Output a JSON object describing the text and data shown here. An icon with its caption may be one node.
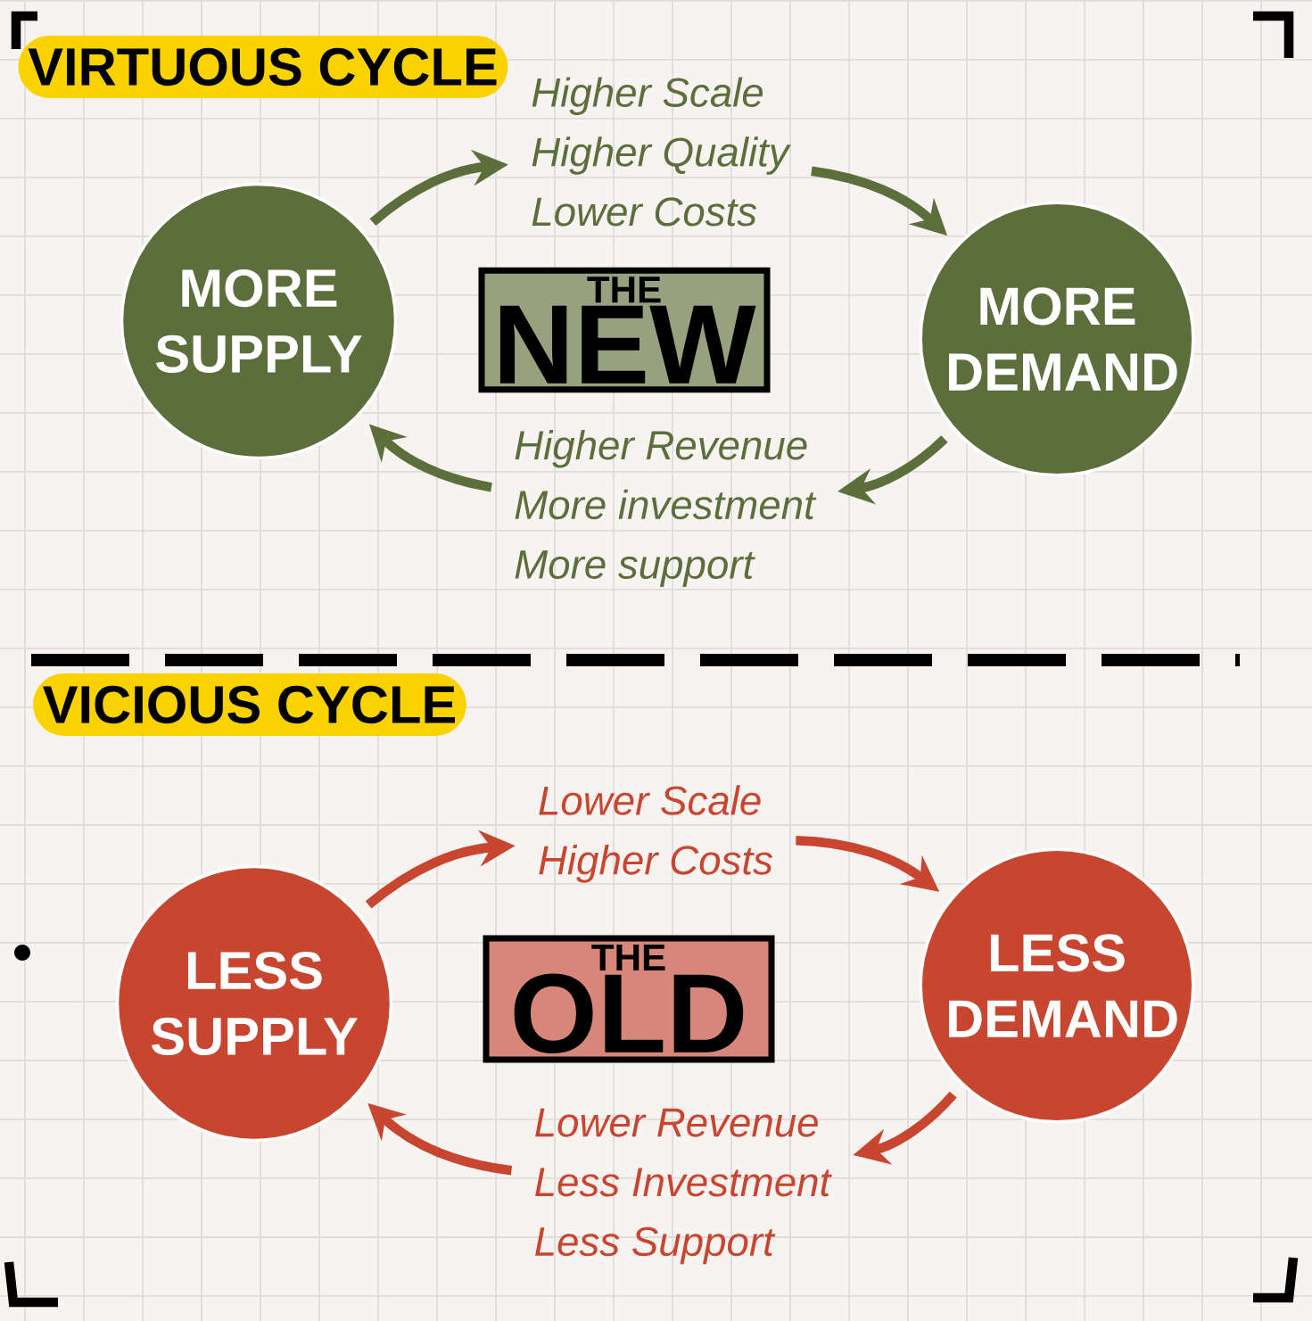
{
  "diagram": {
    "nodes": [
      {
        "text": [
          "MORE SUPPLY"
        ]
      },
      {
        "text": [
          "Higher Scale",
          "Higher Quality",
          "Lower Costs"
        ]
      },
      {
        "text": [
          "MORE DEMAND"
        ]
      },
      {
        "text": [
          "Higher Revenue",
          "More investment",
          "More support"
        ]
      },
      {
        "text": [
          "THE",
          "NEW"
        ]
      },
      {
        "text": [
          "LESS SUPPLY"
        ]
      },
      {
        "text": [
          "Lower Scale",
          "Higher Costs"
        ]
      },
      {
        "text": [
          "LESS DEMAND"
        ]
      },
      {
        "text": [
          "Lower Revenue",
          "Less Investment",
          "Less Support"
        ]
      },
      {
        "text": [
          "THE",
          "OLD"
        ]
      }
    ],
    "edges": [
      {
        "from": 0,
        "to": 1,
        "arrow": "to",
        "color": "#5b6e3c"
      },
      {
        "from": 1,
        "to": 2,
        "arrow": "to",
        "color": "#5b6e3c"
      },
      {
        "from": 2,
        "to": 3,
        "arrow": "to",
        "color": "#5b6e3c"
      },
      {
        "from": 3,
        "to": 0,
        "arrow": "to",
        "color": "#5b6e3c"
      },
      {
        "from": 5,
        "to": 6,
        "arrow": "to",
        "color": "#c8452f"
      },
      {
        "from": 6,
        "to": 7,
        "arrow": "to",
        "color": "#c8452f"
      },
      {
        "from": 7,
        "to": 8,
        "arrow": "to",
        "color": "#c8452f"
      },
      {
        "from": 8,
        "to": 5,
        "arrow": "to",
        "color": "#c8452f"
      }
    ],
    "labels": [
      "VIRTUOUS CYCLE",
      "VICIOUS CYCLE"
    ]
  }
}
